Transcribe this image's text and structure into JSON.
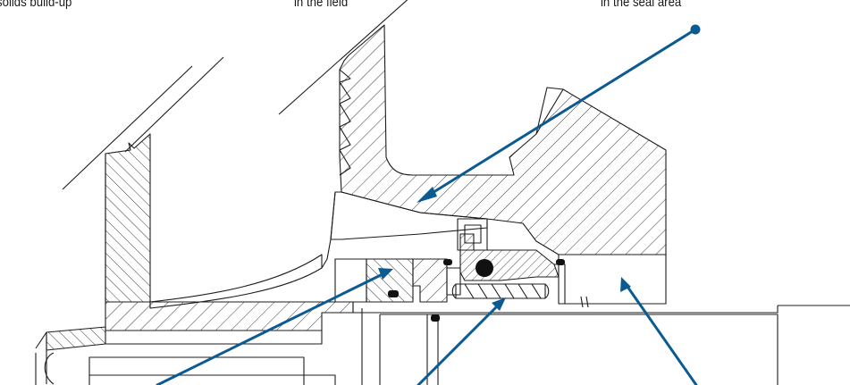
{
  "labels": {
    "solids_buildup": "solids build-up",
    "in_the_field": "in the field",
    "in_the_seal_area": "in the seal area"
  },
  "colors": {
    "callout": "#0b5a92",
    "line": "#1c1c1c",
    "hatch": "#3a3a3a",
    "oring": "#111111"
  }
}
